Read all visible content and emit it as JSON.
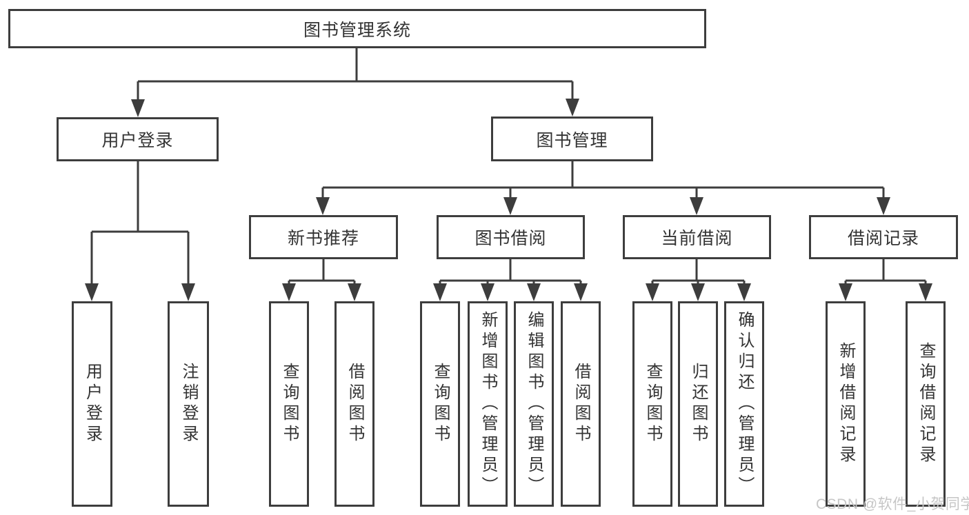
{
  "diagram": {
    "root": {
      "label": "图书管理系统"
    },
    "branches": [
      {
        "label": "用户登录",
        "children": [
          {
            "label": "用户登录"
          },
          {
            "label": "注销登录"
          }
        ]
      },
      {
        "label": "图书管理",
        "children": [
          {
            "label": "新书推荐",
            "children": [
              {
                "label": "查询图书"
              },
              {
                "label": "借阅图书"
              }
            ]
          },
          {
            "label": "图书借阅",
            "children": [
              {
                "label": "查询图书"
              },
              {
                "label": "新增图书（管理员）"
              },
              {
                "label": "编辑图书（管理员）"
              },
              {
                "label": "借阅图书"
              }
            ]
          },
          {
            "label": "当前借阅",
            "children": [
              {
                "label": "查询图书"
              },
              {
                "label": "归还图书"
              },
              {
                "label": "确认归还（管理员）"
              }
            ]
          },
          {
            "label": "借阅记录",
            "children": [
              {
                "label": "新增借阅记录"
              },
              {
                "label": "查询借阅记录"
              }
            ]
          }
        ]
      }
    ],
    "watermark": "CSDN @软件_小贺同学",
    "colors": {
      "line": "#3d3d3d",
      "text": "#333333",
      "box_background": "#ffffff",
      "watermark": "#c6c6c6",
      "page_background": "#ffffff"
    }
  }
}
